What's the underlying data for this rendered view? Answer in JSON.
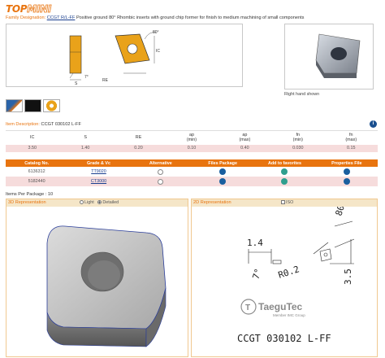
{
  "brand": {
    "part1": "TOP",
    "part2": "MINI"
  },
  "family": {
    "label": "Family Designation:",
    "code": "CCGT R/L-FF",
    "description": "Positive ground 80° Rhombic inserts with ground chip former for finish to medium machining of small components"
  },
  "drawing": {
    "labels": {
      "angle": "80°",
      "ic": "IC",
      "s": "S",
      "re": "RE",
      "deg7": "7°"
    }
  },
  "photo_caption": "Right hand shown",
  "item_description": {
    "label": "Item Description:",
    "value": "CCGT 030102 L-FF"
  },
  "spec_table": {
    "headers": [
      "IC",
      "S",
      "RE",
      "ap\n(min)",
      "ap\n(max)",
      "fn\n(min)",
      "fn\n(max)"
    ],
    "values": [
      "3.50",
      "1.40",
      "0.20",
      "0.10",
      "0.40",
      "0.030",
      "0.15"
    ]
  },
  "catalog_table": {
    "headers": [
      "Catalog No.",
      "Grade & Vc",
      "Alternative",
      "Files Package",
      "Add to favorites",
      "Properties File"
    ],
    "rows": [
      {
        "catalog_no": "6136312",
        "grade": "TT9020",
        "alt_selected": false
      },
      {
        "catalog_no": "5182440",
        "grade": "CT3000",
        "alt_selected": false
      }
    ]
  },
  "items_per_package": "Items Per Package : 10",
  "left_panel": {
    "title": "3D Representation",
    "options": [
      "Light",
      "Detailed"
    ],
    "selected": "Detailed"
  },
  "right_panel": {
    "title": "2D Representation",
    "iso_label": "ISO",
    "dims": {
      "angle": "80°",
      "s": "1.4",
      "deg7": "7°",
      "re": "R0.2",
      "ic": "3.5"
    },
    "logo_text": "TaeguTec",
    "logo_sub": "Member IMC Group",
    "part_name": "CCGT 030102 L-FF"
  },
  "colors": {
    "accent": "#e8740f",
    "link": "#1a3f8f",
    "row_pink": "#f6dcdc"
  }
}
